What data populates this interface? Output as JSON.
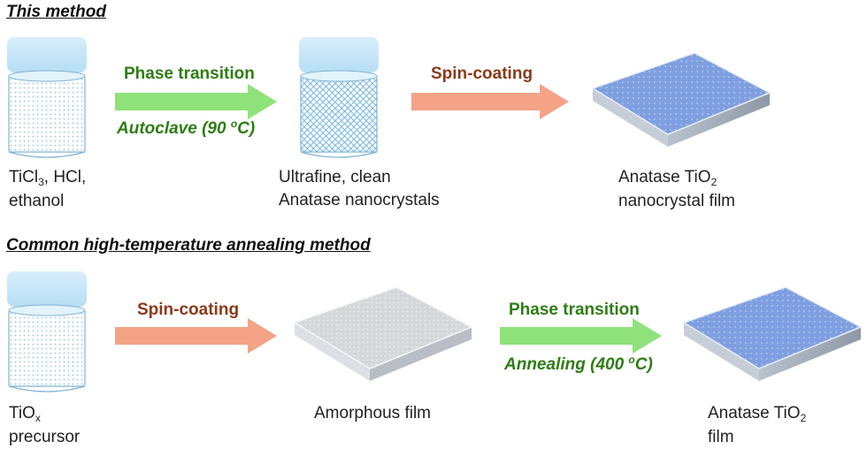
{
  "top": {
    "heading": "This method",
    "start_label": {
      "line1_a": "TiCl",
      "line1_sub": "3",
      "line1_b": ", HCl,",
      "line2": "ethanol"
    },
    "arrow1": {
      "title": "Phase transition",
      "sub_a": "Autoclave (90 ",
      "sub_sup": "o",
      "sub_b": "C)",
      "title_color": "#2e7d14",
      "fill": "#8fe27a"
    },
    "mid_label": {
      "line1": "Ultrafine, clean",
      "line2": "Anatase nanocrystals"
    },
    "arrow2": {
      "title": "Spin-coating",
      "title_color": "#8a3a1a",
      "fill": "#f4a386"
    },
    "end_label": {
      "line1_a": "Anatase TiO",
      "line1_sub": "2",
      "line2": "nanocrystal film"
    }
  },
  "bottom": {
    "heading": "Common high-temperature annealing method",
    "start_label": {
      "line1_a": "TiO",
      "line1_sub": "x",
      "line2": "precursor"
    },
    "arrow1": {
      "title": "Spin-coating",
      "title_color": "#8a3a1a",
      "fill": "#f4a386"
    },
    "mid_label": {
      "line1": "Amorphous film"
    },
    "arrow2": {
      "title": "Phase transition",
      "sub_a": "Annealing (400 ",
      "sub_sup": "o",
      "sub_b": "C)",
      "title_color": "#2e7d14",
      "fill": "#8fe27a"
    },
    "end_label": {
      "line1_a": "Anatase TiO",
      "line1_sub": "2",
      "line2": "film"
    }
  }
}
